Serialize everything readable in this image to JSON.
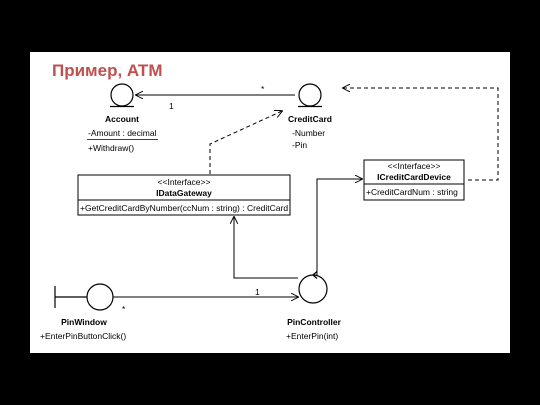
{
  "title": "Пример, ATM",
  "classes": {
    "account": {
      "name": "Account",
      "attributes": [
        "-Amount : decimal"
      ],
      "operations": [
        "+Withdraw()"
      ]
    },
    "credit_card": {
      "name": "CreditCard",
      "attributes": [
        "-Number",
        "-Pin"
      ]
    },
    "data_gateway": {
      "stereotype": "<<Interface>>",
      "name": "IDataGateway",
      "operations": [
        "+GetCreditCardByNumber(ccNum : string) : CreditCard"
      ]
    },
    "credit_card_device": {
      "stereotype": "<<Interface>>",
      "name": "ICreditCardDevice",
      "operations": [
        "+CreditCardNum : string"
      ]
    },
    "pin_window": {
      "name": "PinWindow",
      "operations": [
        "+EnterPinButtonClick()"
      ]
    },
    "pin_controller": {
      "name": "PinController",
      "operations": [
        "+EnterPin(int)"
      ]
    }
  },
  "associations": {
    "account_creditcard": {
      "mult_source": "1",
      "mult_target": "*"
    },
    "pinwindow_pincontroller": {
      "mult_source": "*",
      "mult_target": "1"
    }
  },
  "colors": {
    "frame": "#000000",
    "background": "#ffffff",
    "title": "#c0504d",
    "line": "#000000"
  }
}
